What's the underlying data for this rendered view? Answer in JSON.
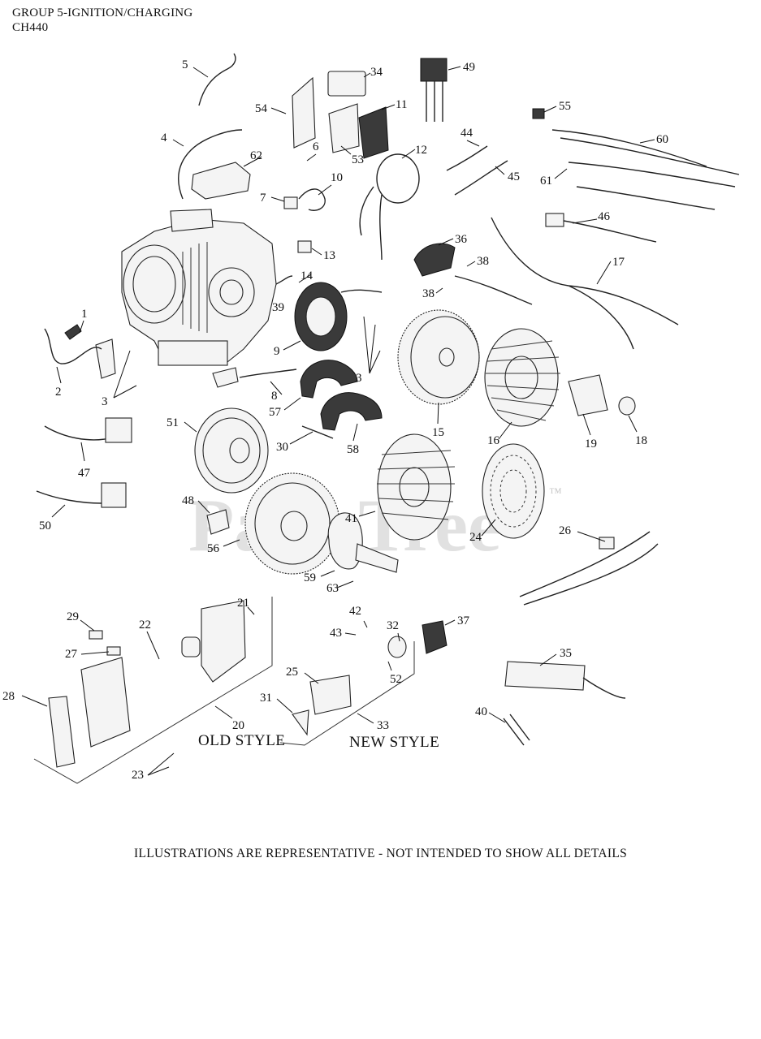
{
  "header": {
    "group_title": "GROUP 5-IGNITION/CHARGING",
    "model": "CH440"
  },
  "style_labels": {
    "old": "OLD STYLE",
    "new": "NEW STYLE"
  },
  "watermark": {
    "text": "PartsTree",
    "trademark": "™"
  },
  "footer": "ILLUSTRATIONS ARE REPRESENTATIVE - NOT INTENDED TO SHOW ALL DETAILS",
  "callouts": [
    "1",
    "2",
    "3",
    "3",
    "3",
    "4",
    "5",
    "6",
    "7",
    "8",
    "9",
    "10",
    "11",
    "12",
    "13",
    "14",
    "15",
    "16",
    "17",
    "18",
    "19",
    "20",
    "21",
    "22",
    "23",
    "24",
    "25",
    "26",
    "27",
    "28",
    "29",
    "30",
    "31",
    "32",
    "33",
    "34",
    "35",
    "36",
    "37",
    "38",
    "38",
    "39",
    "40",
    "41",
    "42",
    "43",
    "44",
    "45",
    "46",
    "47",
    "48",
    "49",
    "50",
    "51",
    "52",
    "53",
    "54",
    "55",
    "56",
    "57",
    "58",
    "59",
    "60",
    "61",
    "62",
    "63"
  ]
}
